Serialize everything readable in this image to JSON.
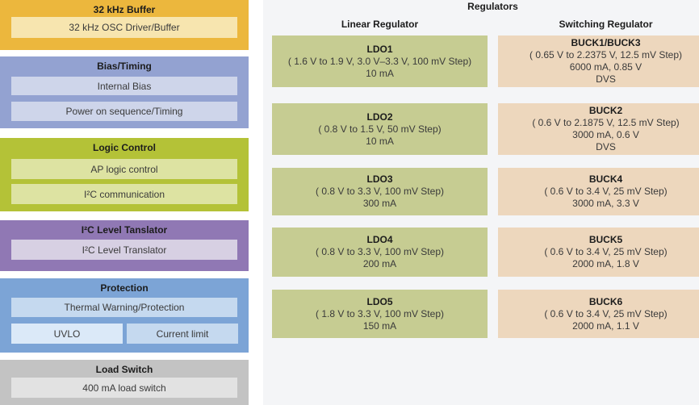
{
  "colors": {
    "page_background": "#ffffff",
    "panel_background": "#f4f5f7",
    "buffer_block": "#ecb73d",
    "buffer_item": "#f7e5af",
    "bias_block": "#93a2d1",
    "bias_item": "#ced5ea",
    "logic_block": "#b4c237",
    "logic_item": "#dde3a2",
    "i2c_block": "#9078b4",
    "i2c_item": "#d7d0e3",
    "protection_block": "#7ca4d6",
    "protection_item": "#c5d9ef",
    "uvlo_item": "#dbe9f8",
    "load_switch_block": "#c3c3c3",
    "load_switch_item": "#e2e2e2",
    "ldo_box": "#c6cc92",
    "buck_box": "#edd7bd"
  },
  "left_blocks": [
    {
      "title": "32 kHz Buffer",
      "items": [
        "32 kHz OSC Driver/Buffer"
      ]
    },
    {
      "title": "Bias/Timing",
      "items": [
        "Internal Bias",
        "Power on sequence/Timing"
      ]
    },
    {
      "title": "Logic Control",
      "items": [
        "AP logic control",
        "I²C communication"
      ]
    },
    {
      "title": "I²C Level Tanslator",
      "items": [
        "I²C Level Translator"
      ]
    },
    {
      "title": "Protection",
      "items": [
        "Thermal Warning/Protection",
        "UVLO",
        "Current limit"
      ]
    },
    {
      "title": "Load Switch",
      "items": [
        "400 mA load switch"
      ]
    }
  ],
  "regulators": {
    "title": "Regulators",
    "linear": {
      "header": "Linear Regulator",
      "boxes": [
        {
          "name": "LDO1",
          "lines": [
            "( 1.6 V to 1.9 V, 3.0 V–3.3 V, 100 mV Step)",
            "10 mA"
          ]
        },
        {
          "name": "LDO2",
          "lines": [
            "( 0.8 V to 1.5 V, 50 mV Step)",
            "10 mA"
          ]
        },
        {
          "name": "LDO3",
          "lines": [
            "( 0.8 V to 3.3 V, 100 mV Step)",
            "300 mA"
          ]
        },
        {
          "name": "LDO4",
          "lines": [
            "( 0.8 V to 3.3 V, 100 mV Step)",
            "200 mA"
          ]
        },
        {
          "name": "LDO5",
          "lines": [
            "( 1.8 V to 3.3 V, 100 mV Step)",
            "150 mA"
          ]
        }
      ]
    },
    "switching": {
      "header": "Switching Regulator",
      "boxes": [
        {
          "name": "BUCK1/BUCK3",
          "lines": [
            "( 0.65 V to 2.2375 V, 12.5 mV Step)",
            "6000 mA, 0.85 V",
            "DVS"
          ]
        },
        {
          "name": "BUCK2",
          "lines": [
            "( 0.6 V to 2.1875 V, 12.5 mV Step)",
            "3000 mA, 0.6 V",
            "DVS"
          ]
        },
        {
          "name": "BUCK4",
          "lines": [
            "( 0.6 V to 3.4 V, 25 mV Step)",
            "3000 mA, 3.3 V"
          ]
        },
        {
          "name": "BUCK5",
          "lines": [
            "( 0.6 V to 3.4 V, 25 mV Step)",
            "2000 mA, 1.8 V"
          ]
        },
        {
          "name": "BUCK6",
          "lines": [
            "( 0.6 V to 3.4 V, 25 mV Step)",
            "2000 mA, 1.1 V"
          ]
        }
      ]
    }
  }
}
